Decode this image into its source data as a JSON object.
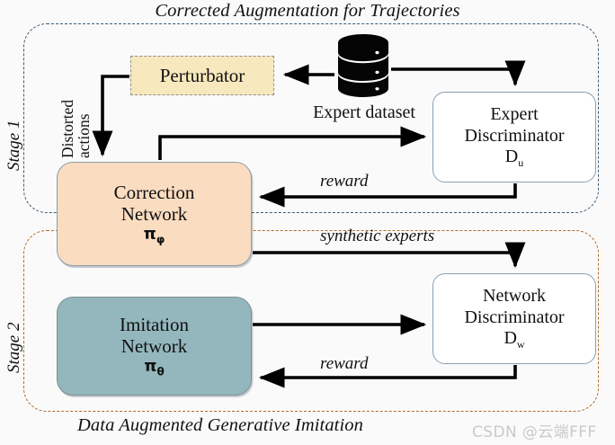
{
  "figure": {
    "title": "Corrected Augmentation for Trajectories",
    "bottom_caption": "Data Augmented Generative Imitation",
    "watermark": "CSDN @云端FFF"
  },
  "stages": {
    "stage1": {
      "label": "Stage 1",
      "border_color": "#3c5a73"
    },
    "stage2": {
      "label": "Stage 2",
      "border_color": "#b26a2a"
    }
  },
  "nodes": {
    "perturbator": {
      "label": "Perturbator",
      "fill": "#f7e8bd",
      "border": "#8e8e8e"
    },
    "correction_network": {
      "line1": "Correction",
      "line2": "Network",
      "symbol": "π",
      "subscript": "φ",
      "fill": "#fadcc0",
      "border": "#8b9cab"
    },
    "imitation_network": {
      "line1": "Imitation",
      "line2": "Network",
      "symbol": "π",
      "subscript": "θ",
      "fill": "#93b7bd",
      "border": "#7d9096"
    },
    "expert_discriminator": {
      "line1": "Expert",
      "line2": "Discriminator",
      "symbol": "D",
      "subscript": "u",
      "fill": "#ffffff",
      "border": "#8ba0b4"
    },
    "network_discriminator": {
      "line1": "Network",
      "line2": "Discriminator",
      "symbol": "D",
      "subscript": "w",
      "fill": "#ffffff",
      "border": "#8ba0b4"
    },
    "expert_dataset": {
      "label": "Expert dataset",
      "icon": "database-cylinder-icon",
      "color": "#000000"
    }
  },
  "edges": {
    "distorted_actions": {
      "line1": "Distorted",
      "line2": "actions"
    },
    "reward_stage1": {
      "label": "reward"
    },
    "reward_stage2": {
      "label": "reward"
    },
    "synthetic_experts": {
      "label": "synthetic experts"
    }
  }
}
